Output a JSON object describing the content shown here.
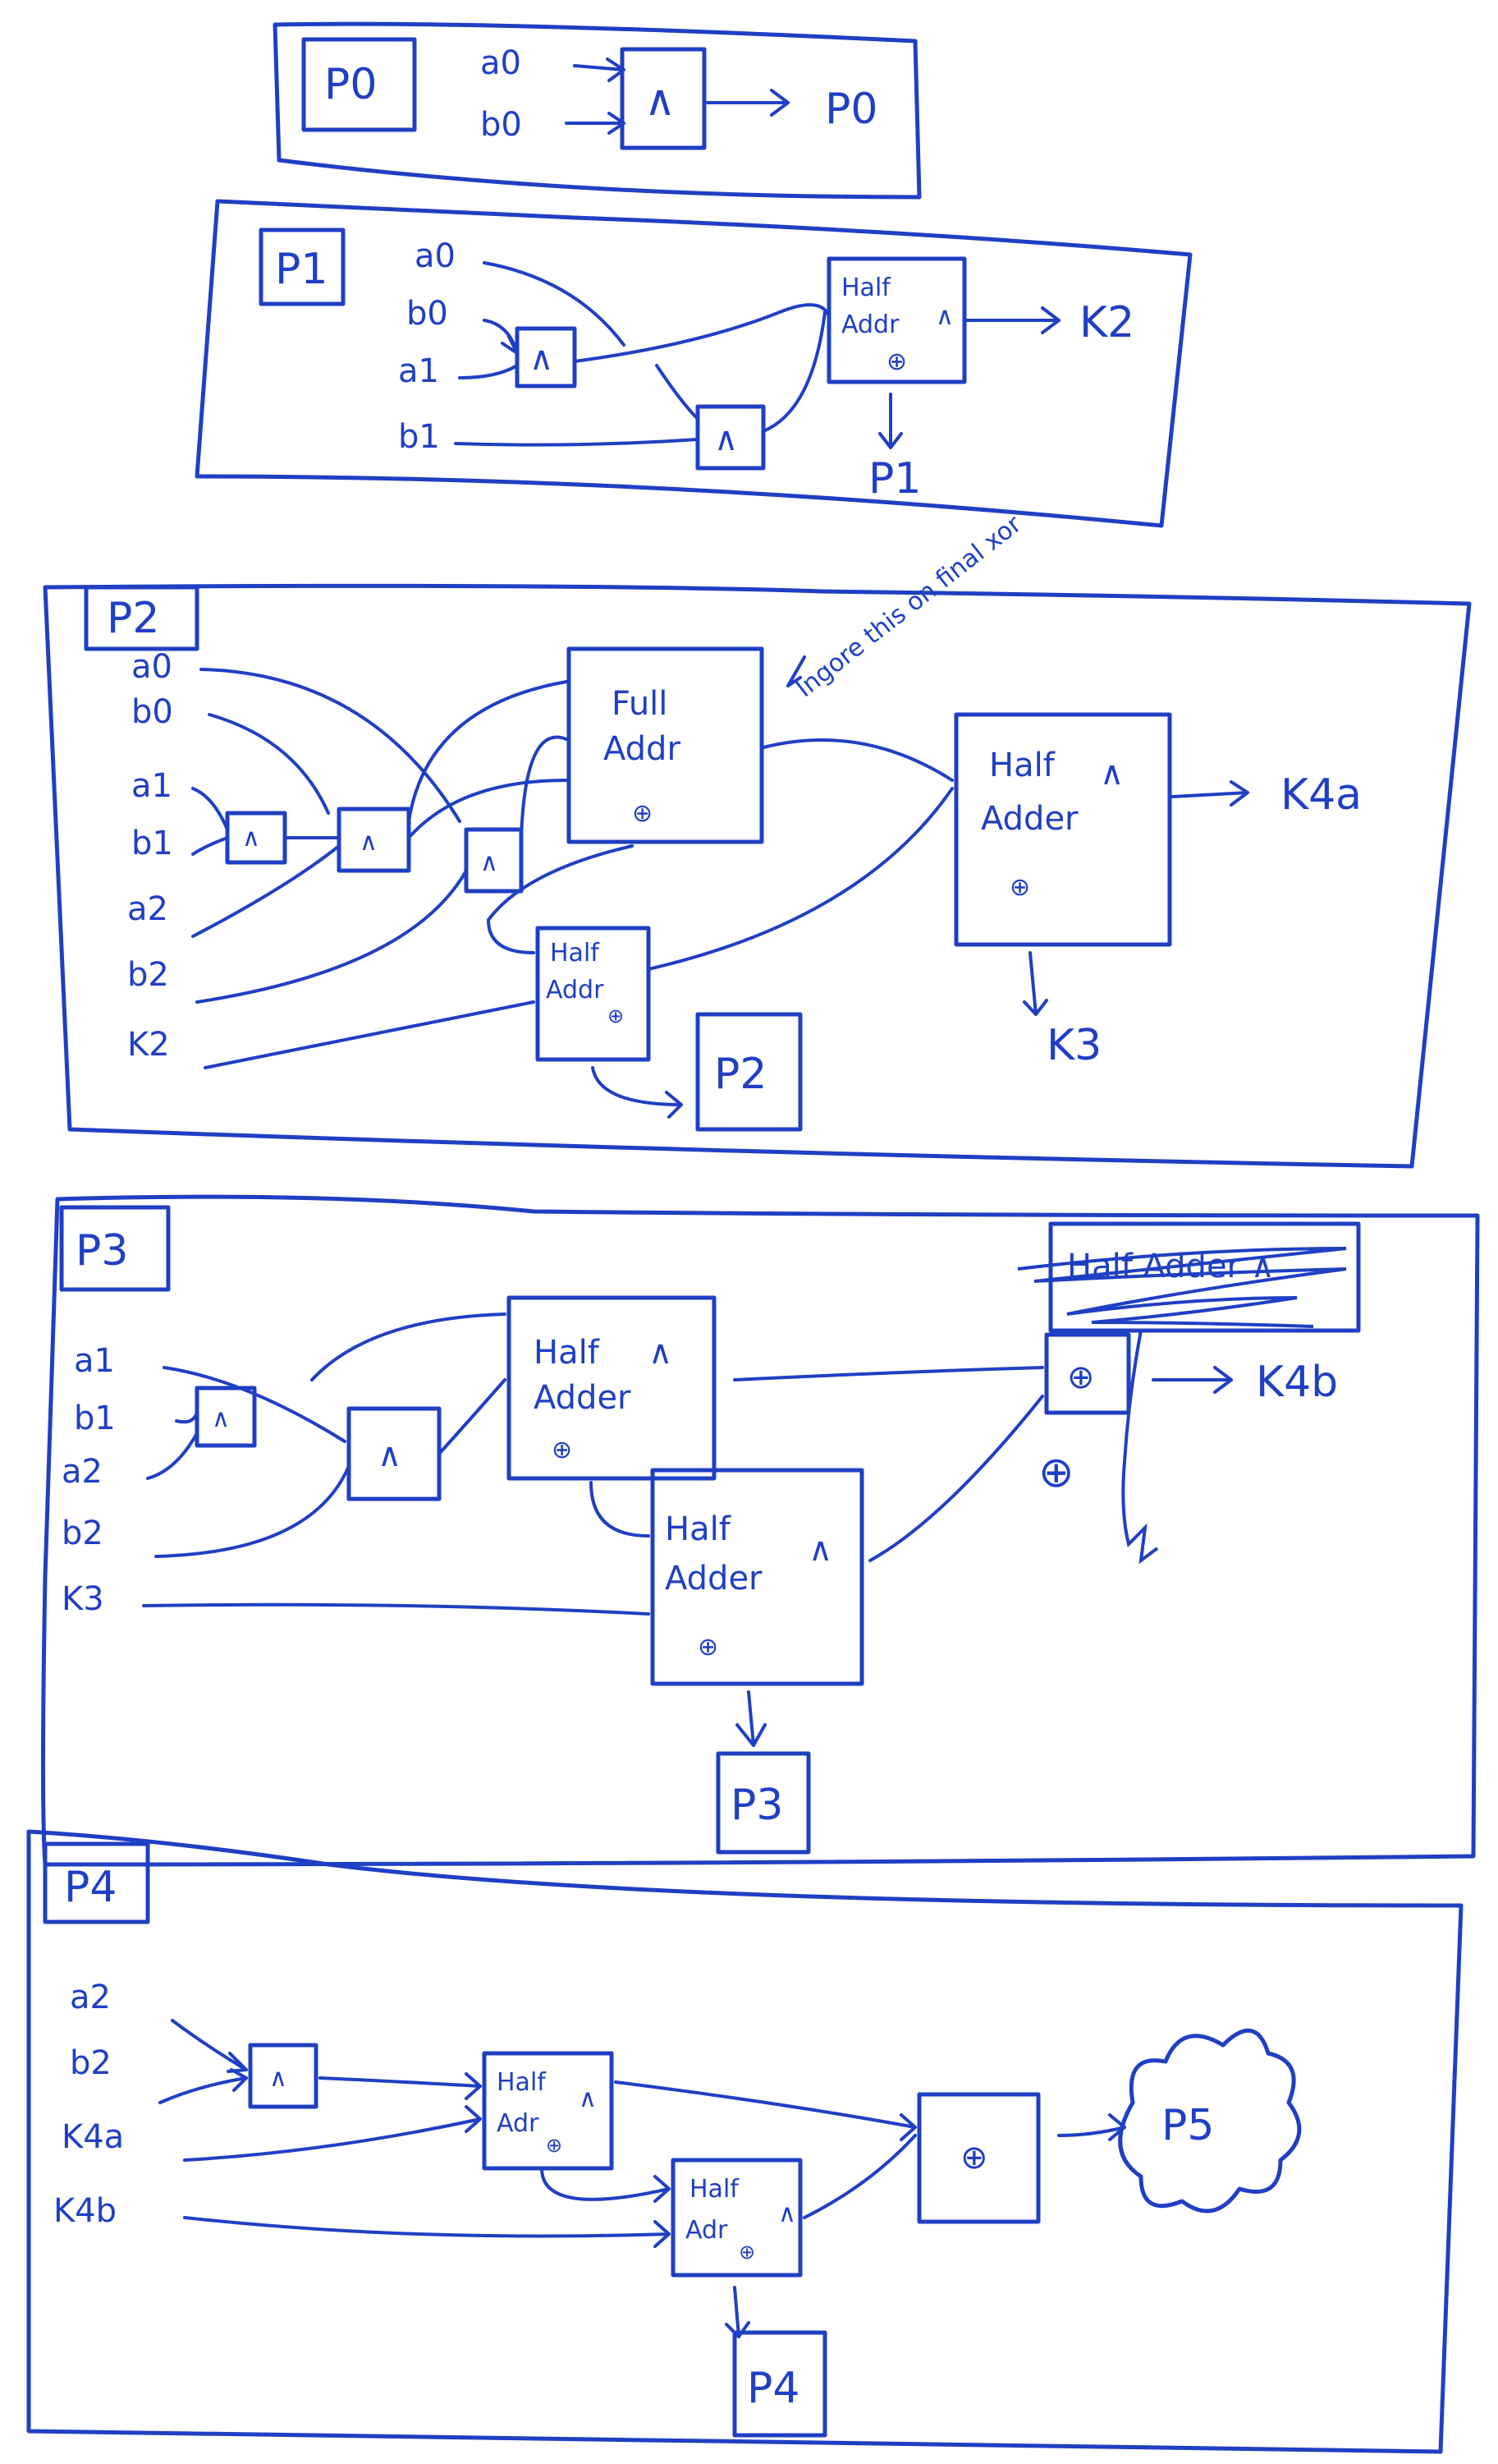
{
  "ink_color": "#1f3fc4",
  "gate_symbols": {
    "and": "∧",
    "xor": "⊕"
  },
  "panels": [
    {
      "id": "P0",
      "tag": "P0",
      "inputs": [
        "a0",
        "b0"
      ],
      "gates": [
        {
          "type": "and",
          "label": "∧"
        }
      ],
      "outputs": [
        "P0"
      ]
    },
    {
      "id": "P1",
      "tag": "P1",
      "inputs": [
        "a0",
        "b0",
        "a1",
        "b1"
      ],
      "gates": [
        {
          "type": "and",
          "label": "∧"
        },
        {
          "type": "and",
          "label": "∧"
        },
        {
          "type": "half-adder",
          "line1": "Half",
          "line2": "Addr",
          "carry": "∧",
          "sum": "⊕"
        }
      ],
      "outputs": [
        "K2",
        "P1"
      ]
    },
    {
      "id": "P2",
      "tag": "P2",
      "inputs": [
        "a0",
        "b0",
        "a1",
        "b1",
        "a2",
        "b2",
        "K2"
      ],
      "gates": [
        {
          "type": "and",
          "label": "∧"
        },
        {
          "type": "and",
          "label": "∧"
        },
        {
          "type": "and",
          "label": "∧"
        },
        {
          "type": "full-adder",
          "line1": "Full",
          "line2": "Addr",
          "sum": "⊕"
        },
        {
          "type": "half-adder",
          "line1": "Half",
          "line2": "Addr",
          "sum": "⊕"
        },
        {
          "type": "half-adder",
          "line1": "Half",
          "line2": "Adder",
          "carry": "∧",
          "sum": "⊕"
        }
      ],
      "annotation": "Ingore this on final xor",
      "outputs": [
        "K4a",
        "K3",
        "P2"
      ]
    },
    {
      "id": "P3",
      "tag": "P3",
      "inputs": [
        "a1",
        "b1",
        "a2",
        "b2",
        "K3"
      ],
      "gates": [
        {
          "type": "and",
          "label": "∧"
        },
        {
          "type": "and",
          "label": "∧"
        },
        {
          "type": "half-adder",
          "line1": "Half",
          "line2": "Adder",
          "carry": "∧",
          "sum": "⊕"
        },
        {
          "type": "half-adder",
          "line1": "Half",
          "line2": "Adder",
          "carry": "∧",
          "sum": "⊕"
        },
        {
          "type": "xor",
          "label": "⊕"
        }
      ],
      "crossed_out": "Half Adder ∧",
      "loose_symbol": "⊕",
      "outputs": [
        "K4b",
        "P3"
      ]
    },
    {
      "id": "P4",
      "tag": "P4",
      "inputs": [
        "a2",
        "b2",
        "K4a",
        "K4b"
      ],
      "gates": [
        {
          "type": "and",
          "label": "∧"
        },
        {
          "type": "half-adder",
          "line1": "Half",
          "line2": "Adr",
          "carry": "∧",
          "sum": "⊕"
        },
        {
          "type": "half-adder",
          "line1": "Half",
          "line2": "Adr",
          "carry": "∧",
          "sum": "⊕"
        },
        {
          "type": "xor",
          "label": "⊕"
        }
      ],
      "outputs": [
        "P5",
        "P4"
      ]
    }
  ]
}
